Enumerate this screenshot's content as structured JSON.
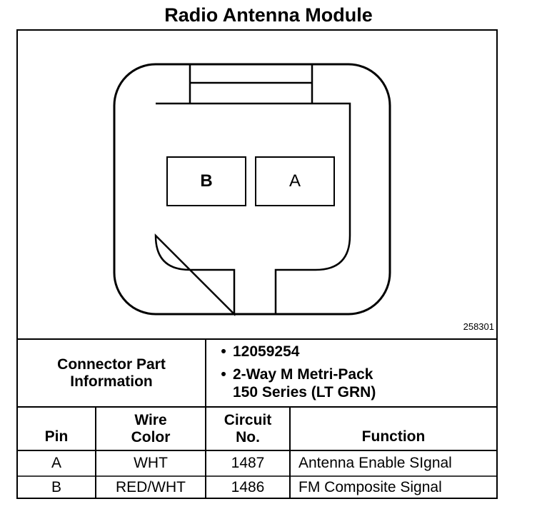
{
  "title": "Radio Antenna Module",
  "figure_number": "258301",
  "connector": {
    "pins": [
      {
        "label": "B"
      },
      {
        "label": "A"
      }
    ]
  },
  "connector_info": {
    "label": "Connector Part\nInformation",
    "items": [
      "12059254",
      "2-Way M Metri-Pack\n150 Series (LT GRN)"
    ],
    "bullet": "•"
  },
  "table": {
    "headers": {
      "pin": "Pin",
      "wire_color": "Wire\nColor",
      "circuit": "Circuit\nNo.",
      "function": "Function"
    },
    "rows": [
      {
        "pin": "A",
        "wire_color": "WHT",
        "circuit": "1487",
        "function": "Antenna Enable SIgnal"
      },
      {
        "pin": "B",
        "wire_color": "RED/WHT",
        "circuit": "1486",
        "function": "FM Composite Signal"
      }
    ]
  }
}
